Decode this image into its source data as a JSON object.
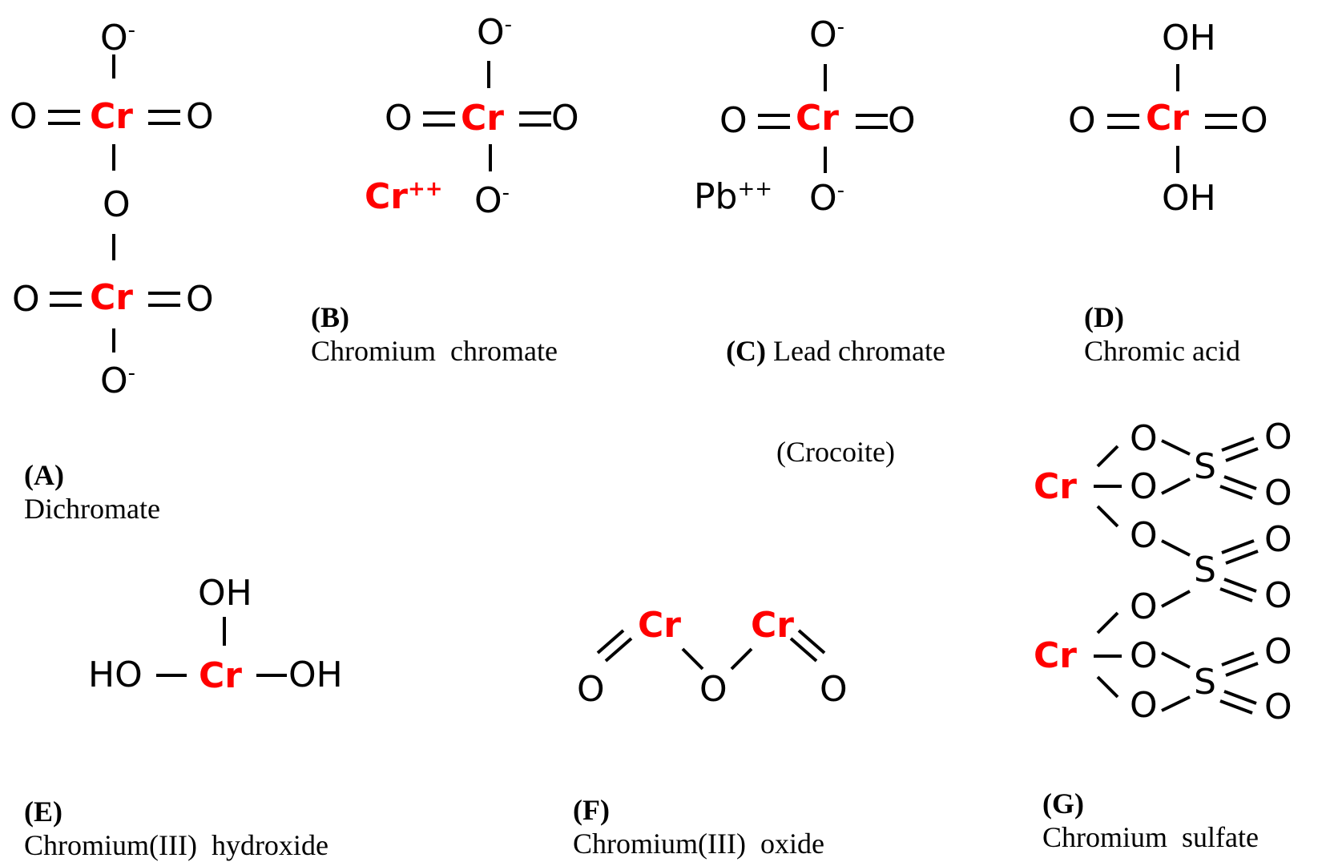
{
  "colors": {
    "chromium": "#ff0000",
    "atom": "#000000",
    "bond": "#000000",
    "background": "#ffffff"
  },
  "symbols": {
    "O": "O",
    "OH": "OH",
    "HO": "HO",
    "Cr": "Cr",
    "S": "S",
    "Pb": "Pb",
    "minus": "-",
    "double_plus": "++"
  },
  "captions": {
    "A": {
      "letter": "(A)",
      "name": "Dichromate"
    },
    "B": {
      "letter": "(B)",
      "name": "Chromium  chromate"
    },
    "C": {
      "letter": "(C)",
      "name": "Lead chromate",
      "name2": "(Crocoite)"
    },
    "D": {
      "letter": "(D)",
      "name": "Chromic acid"
    },
    "E": {
      "letter": "(E)",
      "name": "Chromium(III)  hydroxide"
    },
    "F": {
      "letter": "(F)",
      "name": "Chromium(III)  oxide"
    },
    "G": {
      "letter": "(G)",
      "name": "Chromium  sulfate"
    }
  }
}
